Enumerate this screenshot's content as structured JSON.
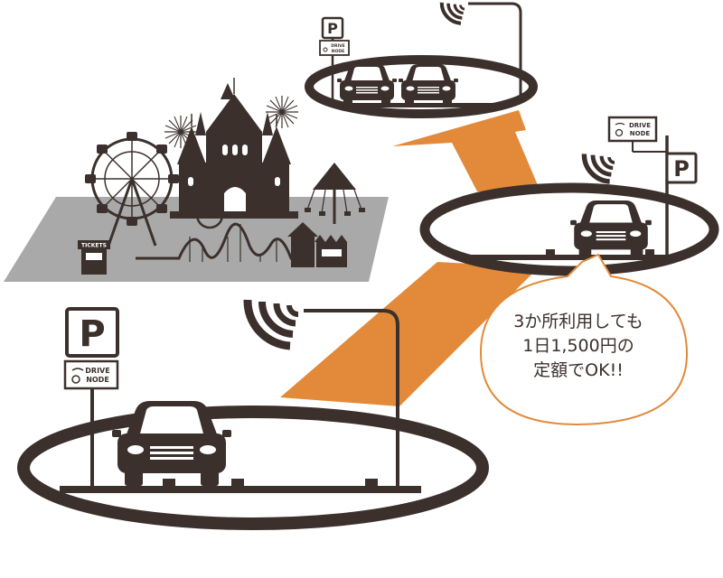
{
  "parking_sign": {
    "letter": "P"
  },
  "drive_node_sign": {
    "line1": "DRIVE",
    "line2": "NODE"
  },
  "ticket_booth": {
    "label": "TICKETS"
  },
  "bubble": {
    "lines": [
      "3か所利用しても",
      "1日1,500円の",
      "定額でOK!!"
    ]
  },
  "colors": {
    "dark": "#3b302c",
    "orange": "#e38a3a",
    "park_ground": "#a9a9a9",
    "bubble_border": "#e38a3a"
  },
  "icons": [
    "wifi-signal-icon",
    "parking-sign-icon",
    "car-icon",
    "ferris-wheel-icon",
    "castle-icon",
    "roller-coaster-icon",
    "fireworks-icon"
  ]
}
